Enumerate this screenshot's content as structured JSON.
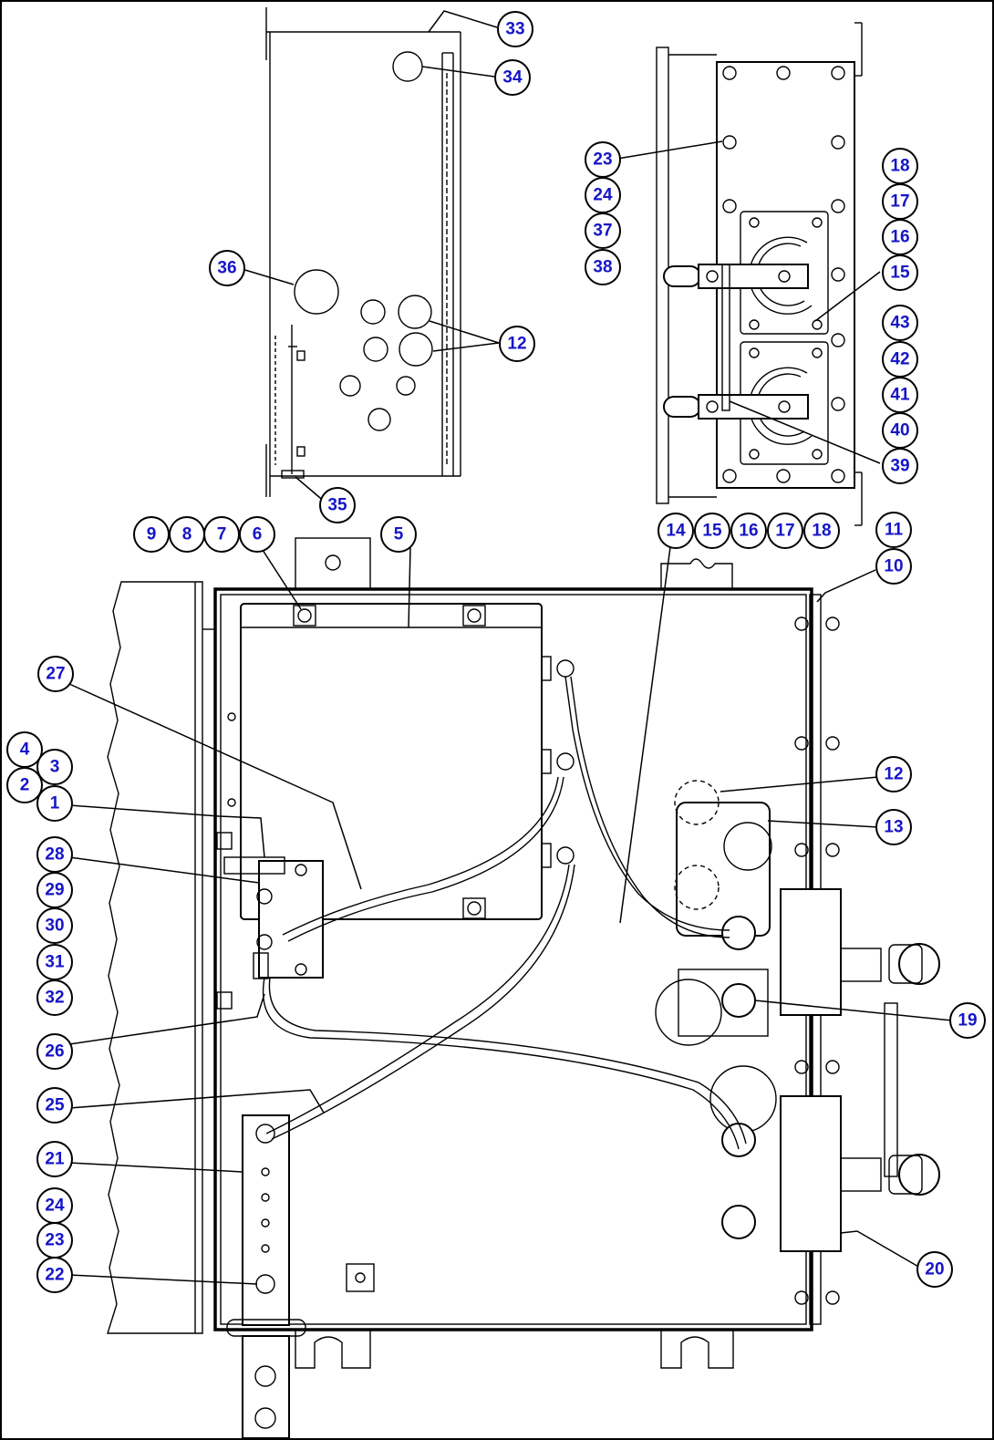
{
  "callouts": [
    {
      "id": "c33",
      "label": "33"
    },
    {
      "id": "c34",
      "label": "34"
    },
    {
      "id": "c36",
      "label": "36"
    },
    {
      "id": "c12a",
      "label": "12"
    },
    {
      "id": "c35",
      "label": "35"
    },
    {
      "id": "c23a",
      "label": "23"
    },
    {
      "id": "c24a",
      "label": "24"
    },
    {
      "id": "c37",
      "label": "37"
    },
    {
      "id": "c38",
      "label": "38"
    },
    {
      "id": "c18a",
      "label": "18"
    },
    {
      "id": "c17a",
      "label": "17"
    },
    {
      "id": "c16a",
      "label": "16"
    },
    {
      "id": "c15a",
      "label": "15"
    },
    {
      "id": "c43",
      "label": "43"
    },
    {
      "id": "c42",
      "label": "42"
    },
    {
      "id": "c41",
      "label": "41"
    },
    {
      "id": "c40",
      "label": "40"
    },
    {
      "id": "c39",
      "label": "39"
    },
    {
      "id": "c9",
      "label": "9"
    },
    {
      "id": "c8",
      "label": "8"
    },
    {
      "id": "c7",
      "label": "7"
    },
    {
      "id": "c6",
      "label": "6"
    },
    {
      "id": "c5",
      "label": "5"
    },
    {
      "id": "c14",
      "label": "14"
    },
    {
      "id": "c15b",
      "label": "15"
    },
    {
      "id": "c16b",
      "label": "16"
    },
    {
      "id": "c17b",
      "label": "17"
    },
    {
      "id": "c18b",
      "label": "18"
    },
    {
      "id": "c11",
      "label": "11"
    },
    {
      "id": "c10",
      "label": "10"
    },
    {
      "id": "c27",
      "label": "27"
    },
    {
      "id": "c4",
      "label": "4"
    },
    {
      "id": "c3",
      "label": "3"
    },
    {
      "id": "c2",
      "label": "2"
    },
    {
      "id": "c1",
      "label": "1"
    },
    {
      "id": "c12b",
      "label": "12"
    },
    {
      "id": "c13",
      "label": "13"
    },
    {
      "id": "c28",
      "label": "28"
    },
    {
      "id": "c29",
      "label": "29"
    },
    {
      "id": "c30",
      "label": "30"
    },
    {
      "id": "c31",
      "label": "31"
    },
    {
      "id": "c32",
      "label": "32"
    },
    {
      "id": "c19",
      "label": "19"
    },
    {
      "id": "c26",
      "label": "26"
    },
    {
      "id": "c25",
      "label": "25"
    },
    {
      "id": "c21",
      "label": "21"
    },
    {
      "id": "c24b",
      "label": "24"
    },
    {
      "id": "c23b",
      "label": "23"
    },
    {
      "id": "c22",
      "label": "22"
    },
    {
      "id": "c20",
      "label": "20"
    }
  ],
  "colors": {
    "callout_text": "#1515c8",
    "line": "#000000",
    "background": "#ffffff"
  }
}
